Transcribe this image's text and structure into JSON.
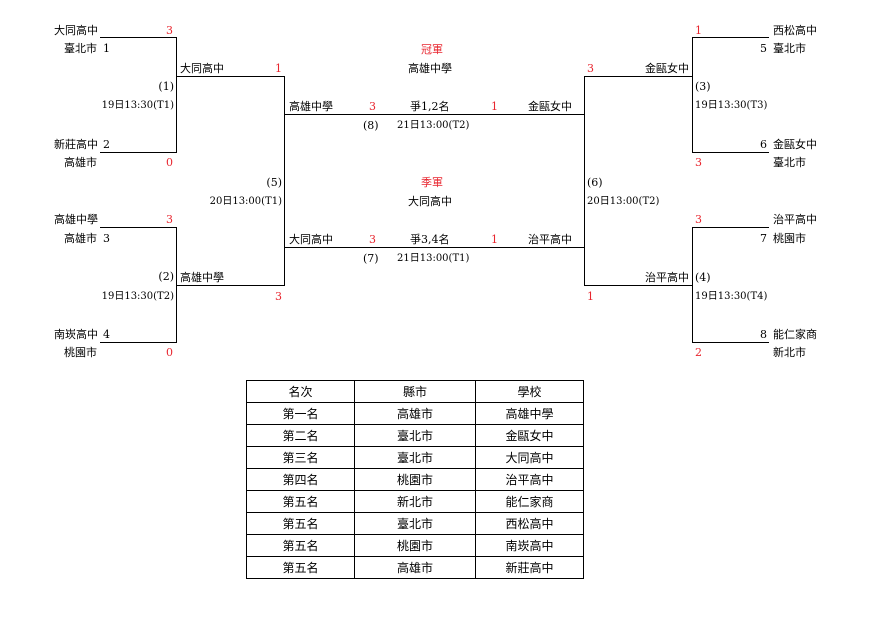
{
  "left": {
    "teams": [
      {
        "name": "大同高中",
        "city": "臺北市",
        "seed": "1",
        "score": "3"
      },
      {
        "name": "新莊高中",
        "city": "高雄市",
        "seed": "2",
        "score": "0"
      },
      {
        "name": "高雄中學",
        "city": "高雄市",
        "seed": "3",
        "score": "3"
      },
      {
        "name": "南崁高中",
        "city": "桃園市",
        "seed": "4",
        "score": "0"
      }
    ],
    "m1": {
      "no": "(1)",
      "time": "19日13:30(T1)",
      "winner": "大同高中",
      "score": "1"
    },
    "m2": {
      "no": "(2)",
      "time": "19日13:30(T2)",
      "winner": "高雄中學",
      "score": "3"
    },
    "m5": {
      "no": "(5)",
      "time": "20日13:00(T1)"
    }
  },
  "right": {
    "teams": [
      {
        "name": "西松高中",
        "city": "臺北市",
        "seed": "5",
        "score": "1"
      },
      {
        "name": "金甌女中",
        "city": "臺北市",
        "seed": "6",
        "score": "3"
      },
      {
        "name": "治平高中",
        "city": "桃園市",
        "seed": "7",
        "score": "3"
      },
      {
        "name": "能仁家商",
        "city": "新北市",
        "seed": "8",
        "score": "2"
      }
    ],
    "m3": {
      "no": "(3)",
      "time": "19日13:30(T3)",
      "winner": "金甌女中",
      "score": "3"
    },
    "m4": {
      "no": "(4)",
      "time": "19日13:30(T4)",
      "winner": "治平高中",
      "score": "1"
    },
    "m6": {
      "no": "(6)",
      "time": "20日13:00(T2)"
    }
  },
  "final": {
    "title": "冠軍",
    "champion": "高雄中學",
    "left": {
      "name": "高雄中學",
      "score": "3"
    },
    "right": {
      "name": "金甌女中",
      "score": "1"
    },
    "label": "爭1,2名",
    "no": "(8)",
    "time": "21日13:00(T2)"
  },
  "third": {
    "title": "季軍",
    "winner": "大同高中",
    "left": {
      "name": "大同高中",
      "score": "3"
    },
    "right": {
      "name": "治平高中",
      "score": "1"
    },
    "label": "爭3,4名",
    "no": "(7)",
    "time": "21日13:00(T1)"
  },
  "results": {
    "headers": [
      "名次",
      "縣市",
      "學校"
    ],
    "rows": [
      [
        "第一名",
        "高雄市",
        "高雄中學"
      ],
      [
        "第二名",
        "臺北市",
        "金甌女中"
      ],
      [
        "第三名",
        "臺北市",
        "大同高中"
      ],
      [
        "第四名",
        "桃園市",
        "治平高中"
      ],
      [
        "第五名",
        "新北市",
        "能仁家商"
      ],
      [
        "第五名",
        "臺北市",
        "西松高中"
      ],
      [
        "第五名",
        "桃園市",
        "南崁高中"
      ],
      [
        "第五名",
        "高雄市",
        "新莊高中"
      ]
    ]
  }
}
